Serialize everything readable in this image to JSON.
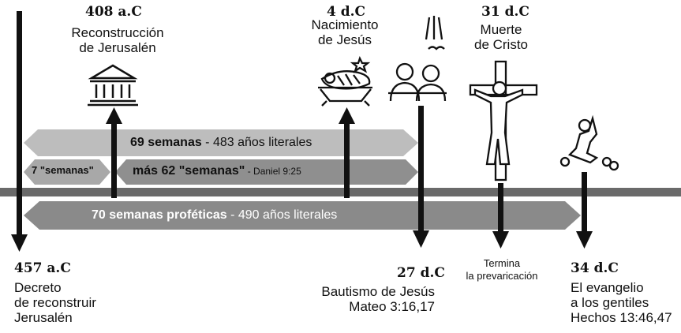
{
  "events": {
    "decree": {
      "year": "457 a.C",
      "lines": [
        "Decreto",
        "de reconstruir",
        "Jerusalén"
      ]
    },
    "rebuild": {
      "year": "408 a.C",
      "lines": [
        "Reconstrucción",
        "de Jerusalén"
      ]
    },
    "birth": {
      "year": "4 d.C",
      "lines": [
        "Nacimiento",
        "de Jesús"
      ]
    },
    "baptism": {
      "year": "27 d.C",
      "lines": [
        "Bautismo de Jesús",
        "Mateo 3:16,17"
      ]
    },
    "death": {
      "year": "31 d.C",
      "lines": [
        "Muerte",
        "de Cristo"
      ]
    },
    "transgression": {
      "lines": [
        "Termina",
        "la prevaricación"
      ]
    },
    "gentiles": {
      "year": "34 d.C",
      "lines": [
        "El evangelio",
        "a los gentiles",
        "Hechos 13:46,47"
      ]
    }
  },
  "bands": {
    "sixty_nine": {
      "bold": "69 semanas",
      "rest": " - 483 años literales"
    },
    "seven": {
      "bold": "7 \"semanas\""
    },
    "sixty_two": {
      "bold": "más 62 \"semanas\"",
      "rest": " - Daniel 9:25"
    },
    "seventy": {
      "bold": "70 semanas proféticas",
      "rest": " - 490 años literales"
    }
  },
  "icons": [
    "temple-icon",
    "manger-icon",
    "baptism-icon",
    "crucifixion-icon",
    "praying-person-icon"
  ],
  "colors": {
    "band_light": "#bdbdbd",
    "band_mid": "#9e9e9e",
    "band_dark": "#8a8a8a",
    "timeline": "#6a6a6a",
    "arrow": "#111111"
  }
}
